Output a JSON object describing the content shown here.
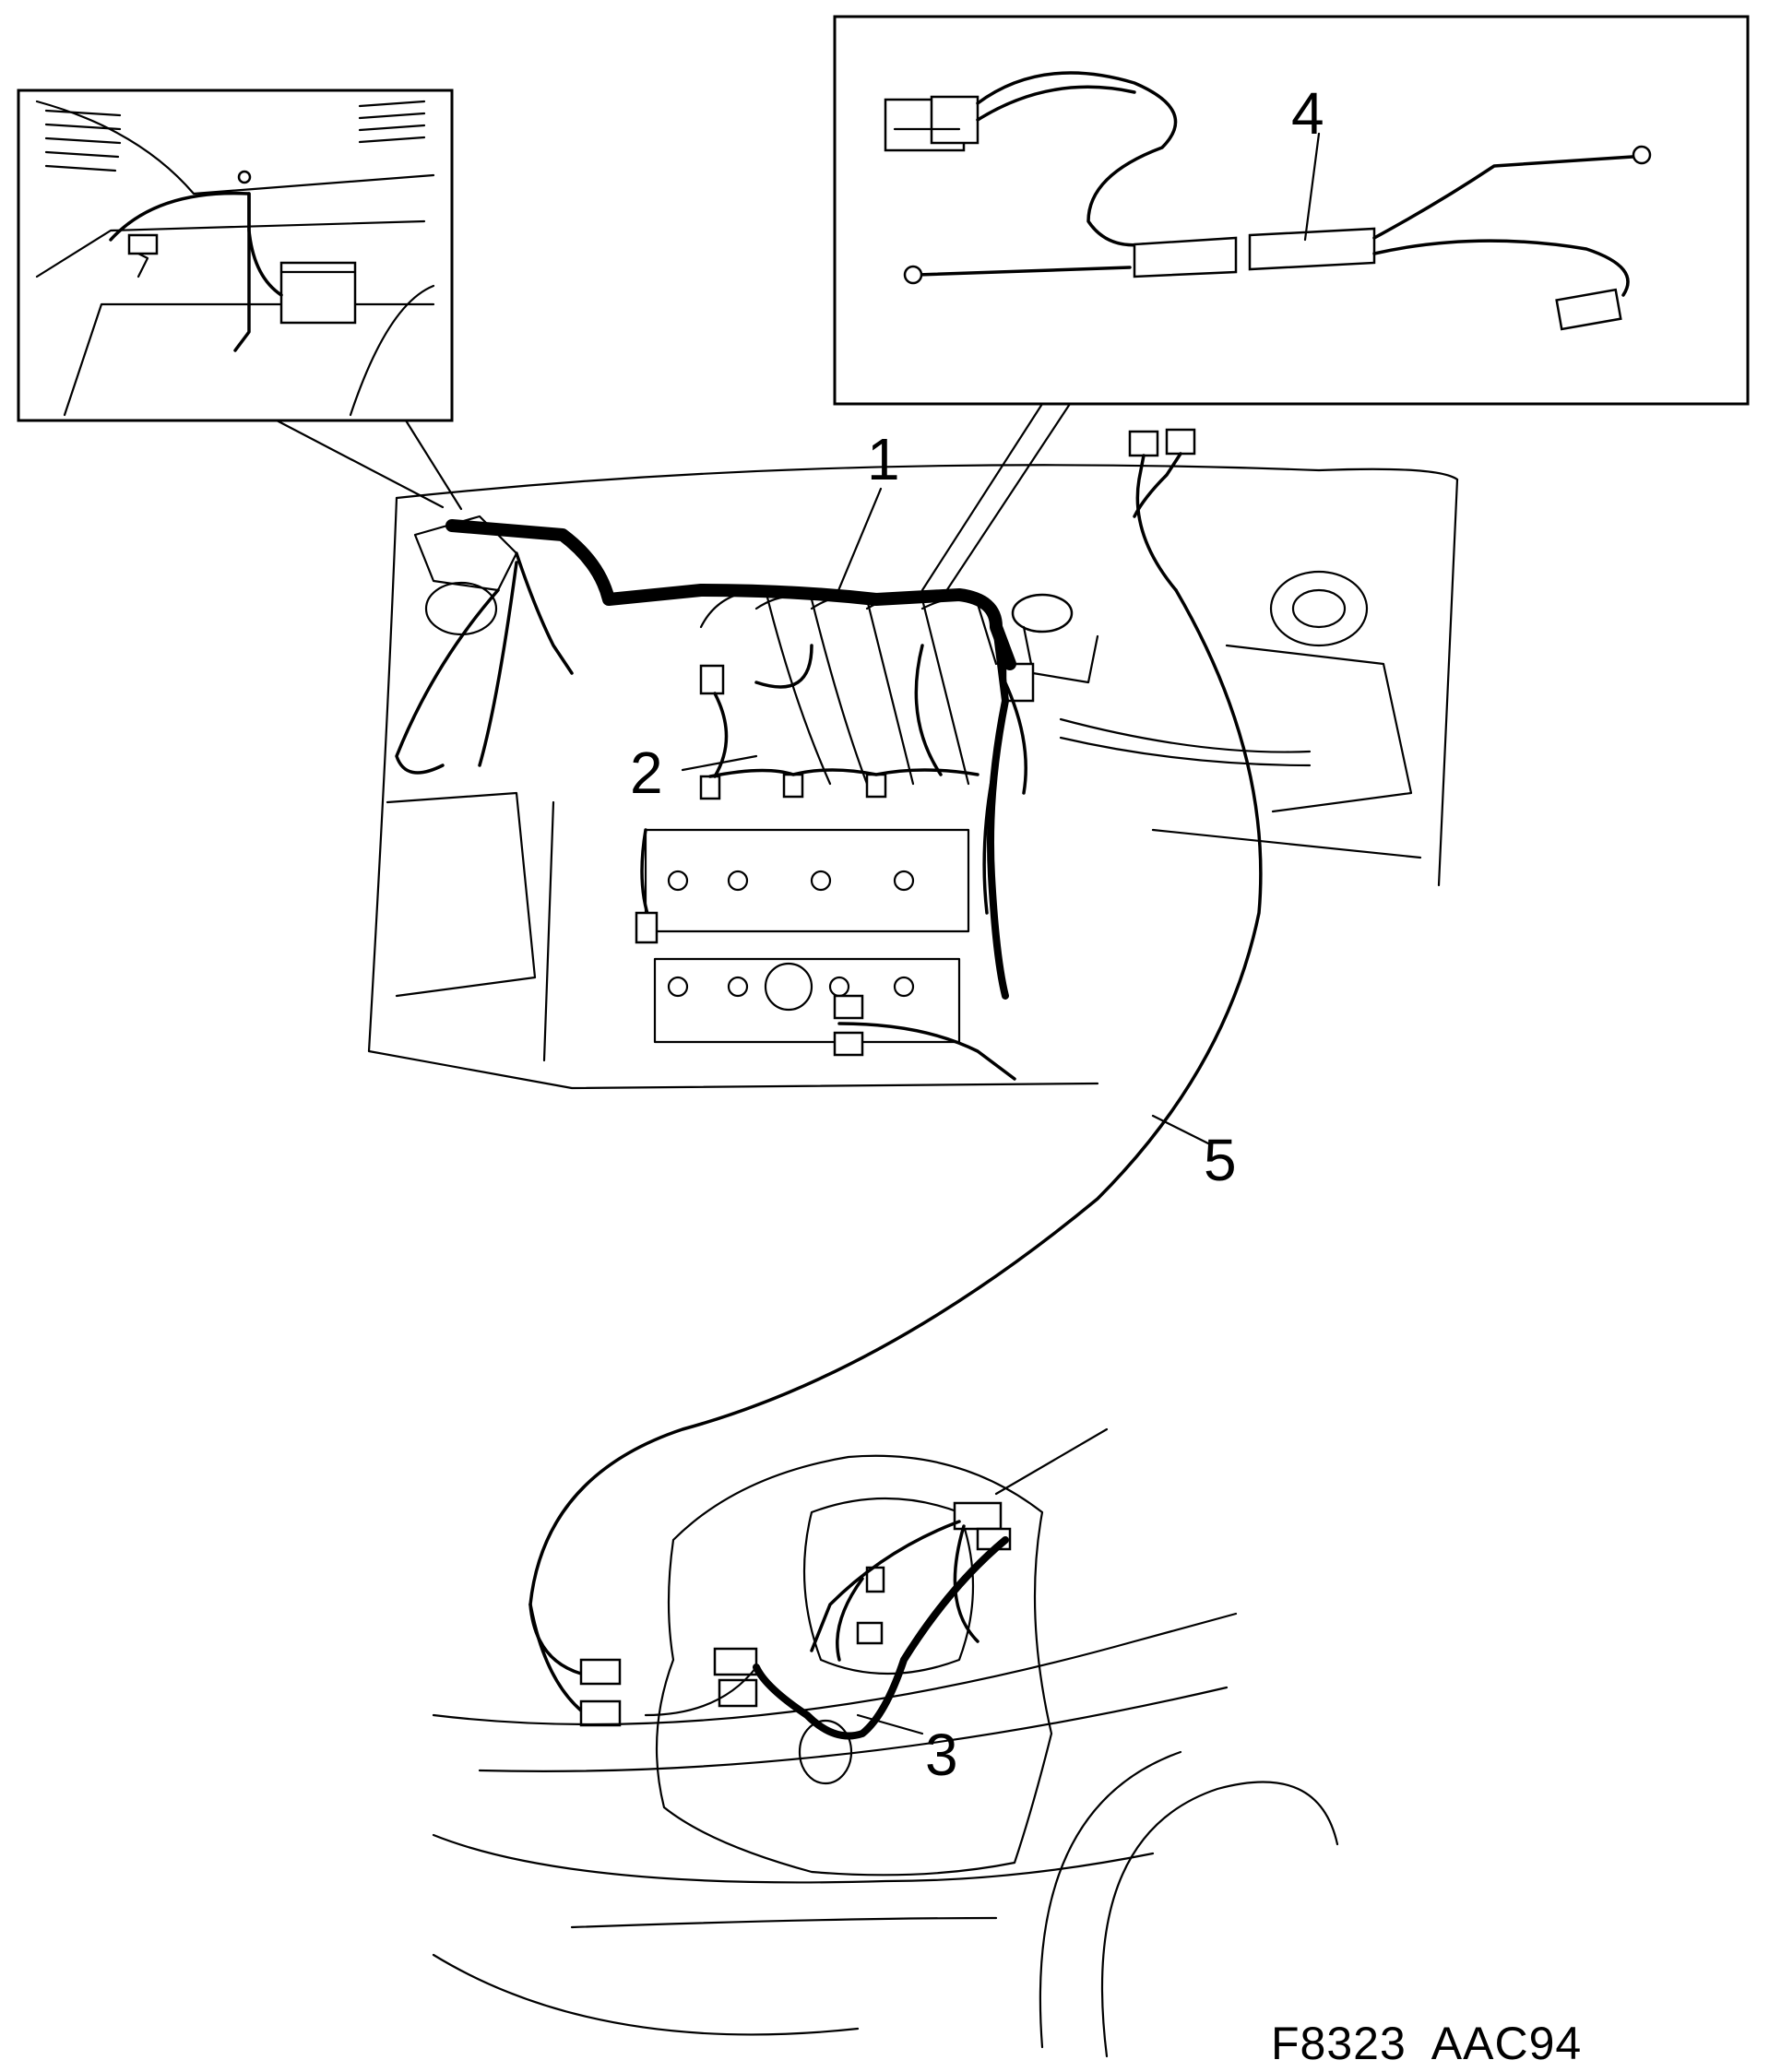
{
  "callouts": [
    {
      "id": "1",
      "label": "1"
    },
    {
      "id": "2",
      "label": "2"
    },
    {
      "id": "3",
      "label": "3"
    },
    {
      "id": "4",
      "label": "4"
    },
    {
      "id": "5",
      "label": "5"
    }
  ],
  "figure_code": "F8323  AAC94"
}
